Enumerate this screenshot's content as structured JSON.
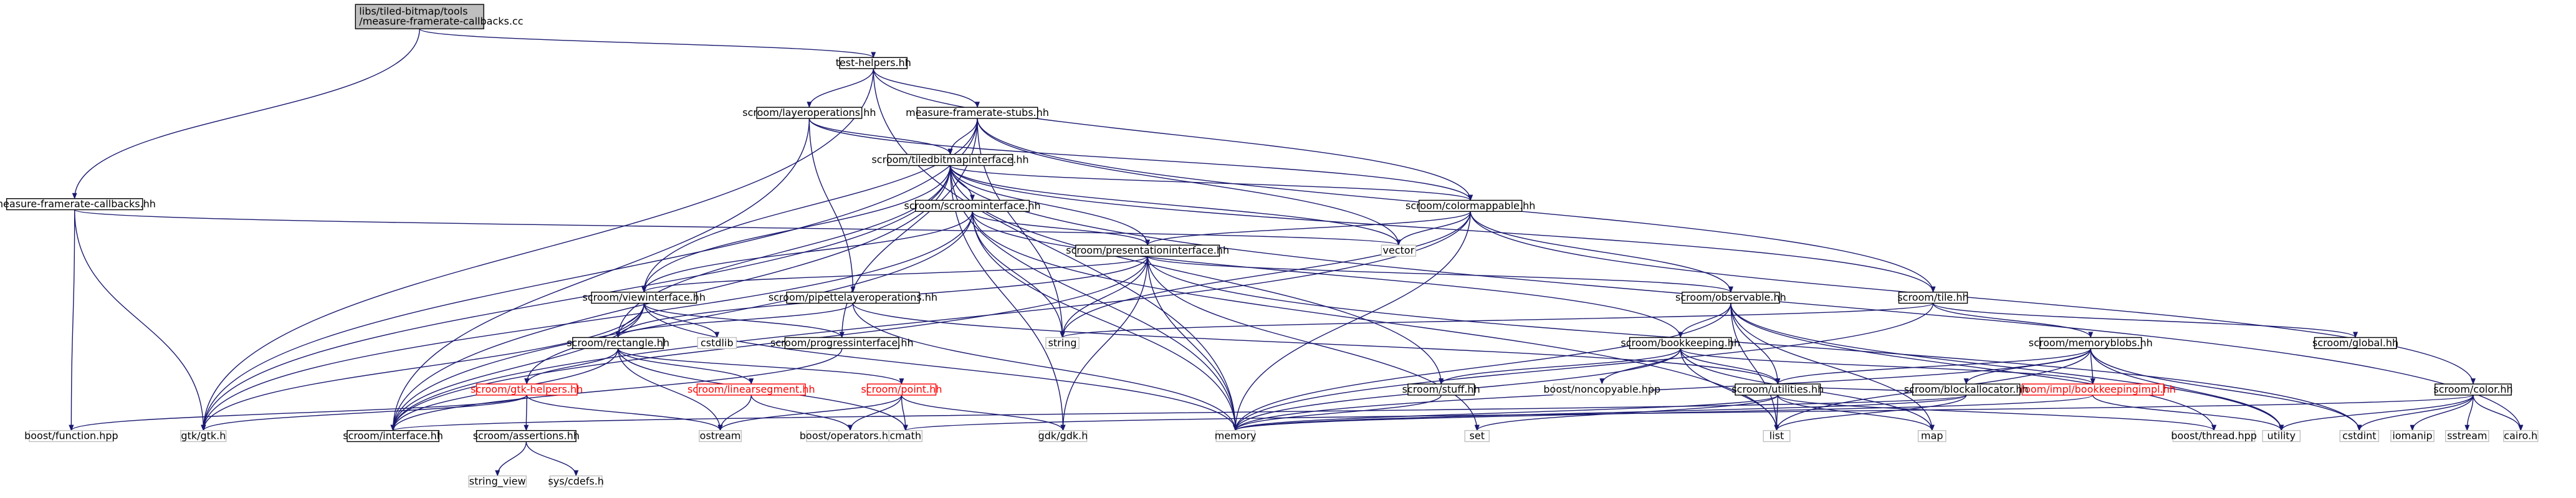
{
  "title": "libs/tiled-bitmap/tools/measure-framerate-callbacks.cc",
  "colors": {
    "edge": "#191970",
    "root_fill": "#bfbfbf",
    "external_border": "#bfbfbf",
    "missing_doc_border": "#ff0000",
    "default_border": "#000000"
  },
  "nodes": [
    {
      "id": "root",
      "lines": [
        "libs/tiled-bitmap/tools",
        "/measure-framerate-callbacks.cc"
      ],
      "kind": "root"
    },
    {
      "id": "test_helpers",
      "lines": [
        "test-helpers.hh"
      ],
      "kind": "default"
    },
    {
      "id": "layeroperations",
      "lines": [
        "scroom/layeroperations.hh"
      ],
      "kind": "default"
    },
    {
      "id": "measure_framerate_stubs",
      "lines": [
        "measure-framerate-stubs.hh"
      ],
      "kind": "default"
    },
    {
      "id": "tiledbitmapinterface",
      "lines": [
        "scroom/tiledbitmapinterface.hh"
      ],
      "kind": "default"
    },
    {
      "id": "measure_framerate_callbacks",
      "lines": [
        "measure-framerate-callbacks.hh"
      ],
      "kind": "default"
    },
    {
      "id": "scroominterface",
      "lines": [
        "scroom/scroominterface.hh"
      ],
      "kind": "default"
    },
    {
      "id": "colormappable",
      "lines": [
        "scroom/colormappable.hh"
      ],
      "kind": "default"
    },
    {
      "id": "vector",
      "lines": [
        "vector"
      ],
      "kind": "external"
    },
    {
      "id": "presentationinterface",
      "lines": [
        "scroom/presentationinterface.hh"
      ],
      "kind": "default"
    },
    {
      "id": "viewinterface",
      "lines": [
        "scroom/viewinterface.hh"
      ],
      "kind": "default"
    },
    {
      "id": "pipettelayeroperations",
      "lines": [
        "scroom/pipettelayeroperations.hh"
      ],
      "kind": "default"
    },
    {
      "id": "observable",
      "lines": [
        "scroom/observable.hh"
      ],
      "kind": "default"
    },
    {
      "id": "tile",
      "lines": [
        "scroom/tile.hh"
      ],
      "kind": "default"
    },
    {
      "id": "cstdlib",
      "lines": [
        "cstdlib"
      ],
      "kind": "external"
    },
    {
      "id": "string",
      "lines": [
        "string"
      ],
      "kind": "external"
    },
    {
      "id": "rectangle",
      "lines": [
        "scroom/rectangle.hh"
      ],
      "kind": "default"
    },
    {
      "id": "progressinterface",
      "lines": [
        "scroom/progressinterface.hh"
      ],
      "kind": "default"
    },
    {
      "id": "bookkeeping",
      "lines": [
        "scroom/bookkeeping.hh"
      ],
      "kind": "default"
    },
    {
      "id": "memoryblobs",
      "lines": [
        "scroom/memoryblobs.hh"
      ],
      "kind": "default"
    },
    {
      "id": "global",
      "lines": [
        "scroom/global.hh"
      ],
      "kind": "default"
    },
    {
      "id": "gtk_helpers",
      "lines": [
        "scroom/gtk-helpers.hh"
      ],
      "kind": "red"
    },
    {
      "id": "linearsegment",
      "lines": [
        "scroom/linearsegment.hh"
      ],
      "kind": "red"
    },
    {
      "id": "point",
      "lines": [
        "scroom/point.hh"
      ],
      "kind": "red"
    },
    {
      "id": "stuff",
      "lines": [
        "scroom/stuff.hh"
      ],
      "kind": "default"
    },
    {
      "id": "noncopyable",
      "lines": [
        "boost/noncopyable.hpp"
      ],
      "kind": "external"
    },
    {
      "id": "utilities",
      "lines": [
        "scroom/utilities.hh"
      ],
      "kind": "default"
    },
    {
      "id": "bookkeepingimpl",
      "lines": [
        "scroom/impl/bookkeepingimpl.hh"
      ],
      "kind": "red"
    },
    {
      "id": "blockallocator",
      "lines": [
        "scroom/blockallocator.hh"
      ],
      "kind": "default"
    },
    {
      "id": "color",
      "lines": [
        "scroom/color.hh"
      ],
      "kind": "default"
    },
    {
      "id": "boost_function",
      "lines": [
        "boost/function.hpp"
      ],
      "kind": "external"
    },
    {
      "id": "gtk_gtk",
      "lines": [
        "gtk/gtk.h"
      ],
      "kind": "external"
    },
    {
      "id": "interface",
      "lines": [
        "scroom/interface.hh"
      ],
      "kind": "default"
    },
    {
      "id": "assertions",
      "lines": [
        "scroom/assertions.hh"
      ],
      "kind": "default"
    },
    {
      "id": "ostream",
      "lines": [
        "ostream"
      ],
      "kind": "external"
    },
    {
      "id": "boost_operators",
      "lines": [
        "boost/operators.hpp"
      ],
      "kind": "external"
    },
    {
      "id": "cmath",
      "lines": [
        "cmath"
      ],
      "kind": "external"
    },
    {
      "id": "memory",
      "lines": [
        "memory"
      ],
      "kind": "external"
    },
    {
      "id": "gdk_gdk",
      "lines": [
        "gdk/gdk.h"
      ],
      "kind": "external"
    },
    {
      "id": "set",
      "lines": [
        "set"
      ],
      "kind": "external"
    },
    {
      "id": "list",
      "lines": [
        "list"
      ],
      "kind": "external"
    },
    {
      "id": "map",
      "lines": [
        "map"
      ],
      "kind": "external"
    },
    {
      "id": "boost_thread",
      "lines": [
        "boost/thread.hpp"
      ],
      "kind": "external"
    },
    {
      "id": "utility",
      "lines": [
        "utility"
      ],
      "kind": "external"
    },
    {
      "id": "cstdint",
      "lines": [
        "cstdint"
      ],
      "kind": "external"
    },
    {
      "id": "iomanip",
      "lines": [
        "iomanip"
      ],
      "kind": "external"
    },
    {
      "id": "sstream",
      "lines": [
        "sstream"
      ],
      "kind": "external"
    },
    {
      "id": "cairo",
      "lines": [
        "cairo.h"
      ],
      "kind": "external"
    },
    {
      "id": "string_view",
      "lines": [
        "string_view"
      ],
      "kind": "external"
    },
    {
      "id": "sys_cdefs",
      "lines": [
        "sys/cdefs.h"
      ],
      "kind": "external"
    }
  ],
  "edges": [
    [
      "root",
      "test_helpers"
    ],
    [
      "root",
      "measure_framerate_callbacks"
    ],
    [
      "test_helpers",
      "layeroperations"
    ],
    [
      "test_helpers",
      "measure_framerate_stubs"
    ],
    [
      "test_helpers",
      "colormappable"
    ],
    [
      "test_helpers",
      "memory"
    ],
    [
      "test_helpers",
      "gtk_gtk"
    ],
    [
      "layeroperations",
      "tiledbitmapinterface"
    ],
    [
      "layeroperations",
      "pipettelayeroperations"
    ],
    [
      "layeroperations",
      "interface"
    ],
    [
      "layeroperations",
      "colormappable"
    ],
    [
      "measure_framerate_stubs",
      "tiledbitmapinterface"
    ],
    [
      "measure_framerate_stubs",
      "viewinterface"
    ],
    [
      "measure_framerate_stubs",
      "progressinterface"
    ],
    [
      "measure_framerate_stubs",
      "string"
    ],
    [
      "measure_framerate_stubs",
      "vector"
    ],
    [
      "measure_framerate_stubs",
      "tile"
    ],
    [
      "measure_framerate_stubs",
      "gtk_gtk"
    ],
    [
      "tiledbitmapinterface",
      "scroominterface"
    ],
    [
      "tiledbitmapinterface",
      "colormappable"
    ],
    [
      "tiledbitmapinterface",
      "presentationinterface"
    ],
    [
      "tiledbitmapinterface",
      "viewinterface"
    ],
    [
      "tiledbitmapinterface",
      "rectangle"
    ],
    [
      "tiledbitmapinterface",
      "stuff"
    ],
    [
      "tiledbitmapinterface",
      "tile"
    ],
    [
      "tiledbitmapinterface",
      "vector"
    ],
    [
      "tiledbitmapinterface",
      "memory"
    ],
    [
      "tiledbitmapinterface",
      "gdk_gdk"
    ],
    [
      "tiledbitmapinterface",
      "gtk_gtk"
    ],
    [
      "tiledbitmapinterface",
      "interface"
    ],
    [
      "tiledbitmapinterface",
      "cairo"
    ],
    [
      "measure_framerate_callbacks",
      "vector"
    ],
    [
      "measure_framerate_callbacks",
      "boost_function"
    ],
    [
      "measure_framerate_callbacks",
      "gtk_gtk"
    ],
    [
      "scroominterface",
      "presentationinterface"
    ],
    [
      "scroominterface",
      "viewinterface"
    ],
    [
      "scroominterface",
      "string"
    ],
    [
      "scroominterface",
      "memory"
    ],
    [
      "scroominterface",
      "gtk_gtk"
    ],
    [
      "scroominterface",
      "interface"
    ],
    [
      "scroominterface",
      "bookkeeping"
    ],
    [
      "scroominterface",
      "list"
    ],
    [
      "colormappable",
      "vector"
    ],
    [
      "colormappable",
      "presentationinterface"
    ],
    [
      "colormappable",
      "observable"
    ],
    [
      "colormappable",
      "color"
    ],
    [
      "colormappable",
      "memory"
    ],
    [
      "colormappable",
      "string"
    ],
    [
      "colormappable",
      "interface"
    ],
    [
      "presentationinterface",
      "viewinterface"
    ],
    [
      "presentationinterface",
      "observable"
    ],
    [
      "presentationinterface",
      "rectangle"
    ],
    [
      "presentationinterface",
      "string"
    ],
    [
      "presentationinterface",
      "memory"
    ],
    [
      "presentationinterface",
      "gdk_gdk"
    ],
    [
      "presentationinterface",
      "set"
    ],
    [
      "presentationinterface",
      "interface"
    ],
    [
      "presentationinterface",
      "cstdint"
    ],
    [
      "viewinterface",
      "rectangle"
    ],
    [
      "viewinterface",
      "progressinterface"
    ],
    [
      "viewinterface",
      "cstdlib"
    ],
    [
      "viewinterface",
      "gtk_helpers"
    ],
    [
      "viewinterface",
      "gtk_gtk"
    ],
    [
      "viewinterface",
      "interface"
    ],
    [
      "viewinterface",
      "memory"
    ],
    [
      "pipettelayeroperations",
      "rectangle"
    ],
    [
      "pipettelayeroperations",
      "utilities"
    ],
    [
      "pipettelayeroperations",
      "memory"
    ],
    [
      "observable",
      "bookkeeping"
    ],
    [
      "observable",
      "utilities"
    ],
    [
      "observable",
      "memory"
    ],
    [
      "observable",
      "list"
    ],
    [
      "observable",
      "map"
    ],
    [
      "observable",
      "boost_thread"
    ],
    [
      "observable",
      "utility"
    ],
    [
      "tile",
      "memoryblobs"
    ],
    [
      "tile",
      "global"
    ],
    [
      "tile",
      "memory"
    ],
    [
      "tile",
      "string"
    ],
    [
      "rectangle",
      "gtk_helpers"
    ],
    [
      "rectangle",
      "linearsegment"
    ],
    [
      "rectangle",
      "point"
    ],
    [
      "rectangle",
      "ostream"
    ],
    [
      "rectangle",
      "cmath"
    ],
    [
      "rectangle",
      "interface"
    ],
    [
      "progressinterface",
      "interface"
    ],
    [
      "bookkeeping",
      "stuff"
    ],
    [
      "bookkeeping",
      "noncopyable"
    ],
    [
      "bookkeeping",
      "utilities"
    ],
    [
      "bookkeeping",
      "bookkeepingimpl"
    ],
    [
      "bookkeeping",
      "memory"
    ],
    [
      "bookkeeping",
      "list"
    ],
    [
      "bookkeeping",
      "map"
    ],
    [
      "memoryblobs",
      "blockallocator"
    ],
    [
      "memoryblobs",
      "bookkeepingimpl"
    ],
    [
      "memoryblobs",
      "utilities"
    ],
    [
      "memoryblobs",
      "memory"
    ],
    [
      "memoryblobs",
      "list"
    ],
    [
      "memoryblobs",
      "utility"
    ],
    [
      "memoryblobs",
      "cstdint"
    ],
    [
      "gtk_helpers",
      "boost_function"
    ],
    [
      "gtk_helpers",
      "gtk_gtk"
    ],
    [
      "gtk_helpers",
      "ostream"
    ],
    [
      "gtk_helpers",
      "assertions"
    ],
    [
      "linearsegment",
      "ostream"
    ],
    [
      "linearsegment",
      "boost_operators"
    ],
    [
      "point",
      "boost_operators"
    ],
    [
      "point",
      "cmath"
    ],
    [
      "point",
      "ostream"
    ],
    [
      "point",
      "gdk_gdk"
    ],
    [
      "stuff",
      "memory"
    ],
    [
      "utilities",
      "memory"
    ],
    [
      "utilities",
      "map"
    ],
    [
      "utilities",
      "set"
    ],
    [
      "utilities",
      "list"
    ],
    [
      "utilities",
      "boost_thread"
    ],
    [
      "bookkeepingimpl",
      "utility"
    ],
    [
      "bookkeepingimpl",
      "memory"
    ],
    [
      "blockallocator",
      "memory"
    ],
    [
      "blockallocator",
      "list"
    ],
    [
      "blockallocator",
      "utilities"
    ],
    [
      "blockallocator",
      "interface"
    ],
    [
      "color",
      "cmath"
    ],
    [
      "color",
      "iomanip"
    ],
    [
      "color",
      "sstream"
    ],
    [
      "color",
      "cairo"
    ],
    [
      "color",
      "cstdint"
    ],
    [
      "color",
      "utility"
    ],
    [
      "assertions",
      "string_view"
    ],
    [
      "assertions",
      "sys_cdefs"
    ]
  ]
}
